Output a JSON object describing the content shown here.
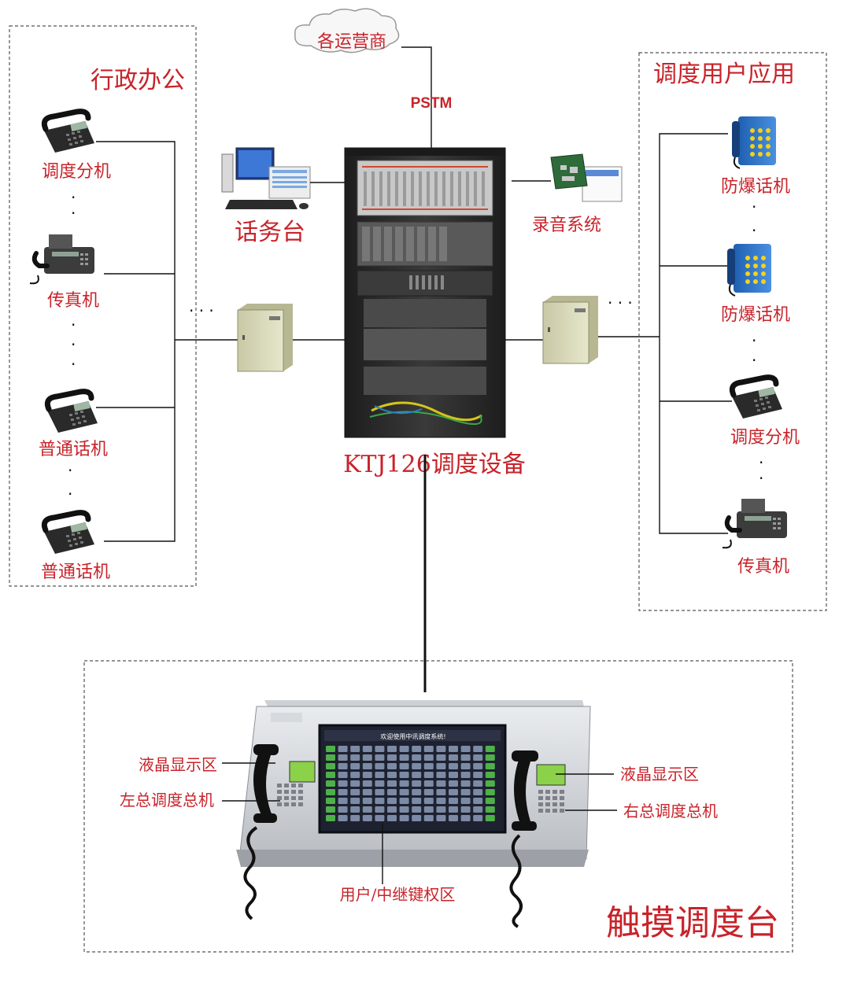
{
  "cloud": {
    "label": "各运营商"
  },
  "links": {
    "pstm": "PSTM"
  },
  "left_panel": {
    "title": "行政办公",
    "devices": [
      {
        "label": "调度分机",
        "icon": "office-phone-icon"
      },
      {
        "label": "传真机",
        "icon": "fax-machine-icon"
      },
      {
        "label": "普通话机",
        "icon": "office-phone-icon"
      },
      {
        "label": "普通话机",
        "icon": "office-phone-icon"
      }
    ]
  },
  "right_panel": {
    "title": "调度用户应用",
    "devices": [
      {
        "label": "防爆话机",
        "icon": "explosion-proof-phone-icon"
      },
      {
        "label": "防爆话机",
        "icon": "explosion-proof-phone-icon"
      },
      {
        "label": "调度分机",
        "icon": "office-phone-icon"
      },
      {
        "label": "传真机",
        "icon": "fax-machine-icon"
      }
    ]
  },
  "center": {
    "operator_console": "话务台",
    "recording_system": "录音系统",
    "rack": "KTJ126调度设备"
  },
  "console_panel": {
    "title": "触摸调度台",
    "callouts": {
      "lcd_left": "液晶显示区",
      "handset_left": "左总调度总机",
      "lcd_right": "液晶显示区",
      "handset_right": "右总调度总机",
      "keypad_area": "用户/中继键权区"
    },
    "screen_title": "欢迎使用中讯调度系统!"
  },
  "colors": {
    "label_red": "#c8232a",
    "phone_blue": "#2a6fc4",
    "cabinet_beige": "#d8d8b8",
    "rack_dark": "#2c2c2c"
  }
}
